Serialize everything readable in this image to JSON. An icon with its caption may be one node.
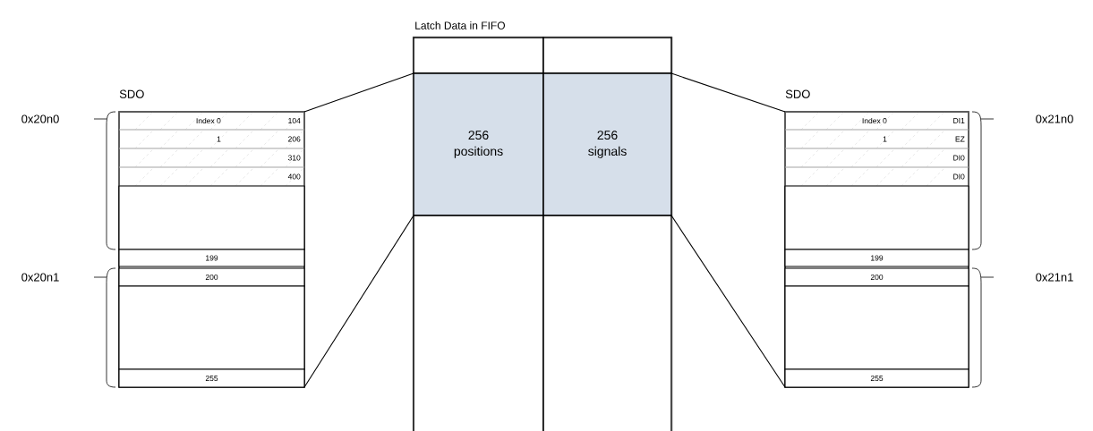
{
  "diagram": {
    "nodes": [
      {
        "text": [
          "SDO"
        ]
      },
      {
        "text": [
          "Index 0",
          "104"
        ],
        "in": 0
      },
      {
        "text": [
          "1",
          "206"
        ],
        "in": 0
      },
      {
        "text": [
          "310"
        ],
        "in": 0
      },
      {
        "text": [
          "400"
        ],
        "in": 0
      },
      {
        "text": [],
        "shape": "box",
        "in": 0
      },
      {
        "text": [
          "199"
        ],
        "in": 0
      },
      {
        "text": [
          "200"
        ],
        "in": 0
      },
      {
        "text": [],
        "shape": "box",
        "in": 0
      },
      {
        "text": [
          "255"
        ],
        "in": 0
      },
      {
        "text": [
          "Latch Data in FIFO"
        ]
      },
      {
        "text": [],
        "shape": "box",
        "in": 10
      },
      {
        "text": [],
        "shape": "box",
        "in": 10
      },
      {
        "text": [
          "256 positions"
        ],
        "in": 10
      },
      {
        "text": [
          "256 signals"
        ],
        "in": 10
      },
      {
        "text": [],
        "shape": "box",
        "in": 10
      },
      {
        "text": [],
        "shape": "box",
        "in": 10
      },
      {
        "text": [
          "SDO"
        ]
      },
      {
        "text": [
          "Index 0",
          "DI1"
        ],
        "in": 17
      },
      {
        "text": [
          "1",
          "EZ"
        ],
        "in": 17
      },
      {
        "text": [
          "DI0"
        ],
        "in": 17
      },
      {
        "text": [
          "DI0"
        ],
        "in": 17
      },
      {
        "text": [],
        "shape": "box",
        "in": 17
      },
      {
        "text": [
          "199"
        ],
        "in": 17
      },
      {
        "text": [
          "200"
        ],
        "in": 17
      },
      {
        "text": [],
        "shape": "box",
        "in": 17
      },
      {
        "text": [
          "255"
        ],
        "in": 17
      }
    ],
    "edges": [
      {
        "from": 0,
        "to": 13,
        "arrow": "none"
      },
      {
        "from": 0,
        "to": 13,
        "arrow": "none"
      },
      {
        "from": 14,
        "to": 17,
        "arrow": "none"
      },
      {
        "from": 14,
        "to": 17,
        "arrow": "none"
      }
    ],
    "labels": [
      "0x20n0",
      "0x20n1",
      "0x21n0",
      "0x21n1"
    ]
  }
}
